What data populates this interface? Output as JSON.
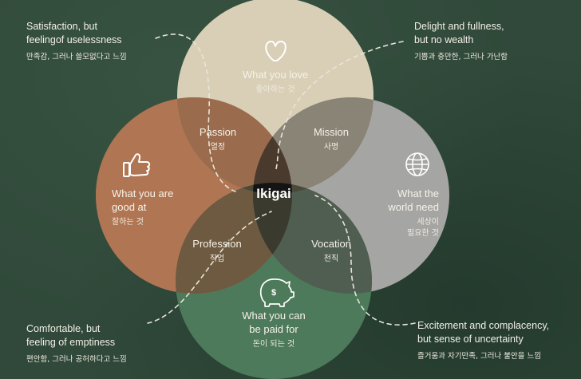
{
  "center": {
    "label": "Ikigai"
  },
  "circles": {
    "love": {
      "en": "What you love",
      "ko": "좋아하는 것",
      "icon": "heart-icon",
      "color": "#d9cfb7"
    },
    "good": {
      "en_line1": "What you are",
      "en_line2": "good at",
      "ko": "잘하는 것",
      "icon": "thumbs-up-icon",
      "color": "#b07654"
    },
    "need": {
      "en_line1": "What the",
      "en_line2": "world need",
      "ko_line1": "세상이",
      "ko_line2": "필요한 것",
      "icon": "globe-icon",
      "color": "#a5a5a3"
    },
    "paid": {
      "en_line1": "What you can",
      "en_line2": "be paid for",
      "ko": "돈이 되는 것",
      "icon": "piggy-bank-icon",
      "color": "#4d7a5a"
    }
  },
  "overlaps": {
    "passion": {
      "en": "Passion",
      "ko": "열정"
    },
    "mission": {
      "en": "Mission",
      "ko": "사명"
    },
    "profession": {
      "en": "Profession",
      "ko": "직업"
    },
    "vocation": {
      "en": "Vocation",
      "ko": "천직"
    }
  },
  "corners": {
    "top_left": {
      "line1": "Satisfaction, but",
      "line2": "feelingof uselessness",
      "ko": "만족감, 그러나 쓸모없다고 느낌"
    },
    "top_right": {
      "line1": "Delight and fullness,",
      "line2": "but no wealth",
      "ko": "기쁨과 충만한, 그러나 가난함"
    },
    "bottom_left": {
      "line1": "Comfortable, but",
      "line2": "feeling of emptiness",
      "ko": "편안함, 그러나 공허하다고 느낌"
    },
    "bottom_right": {
      "line1": "Excitement and complacency,",
      "line2": "but sense of uncertainty",
      "ko": "즐거움과 자기만족, 그러나 불안을 느낌"
    }
  }
}
